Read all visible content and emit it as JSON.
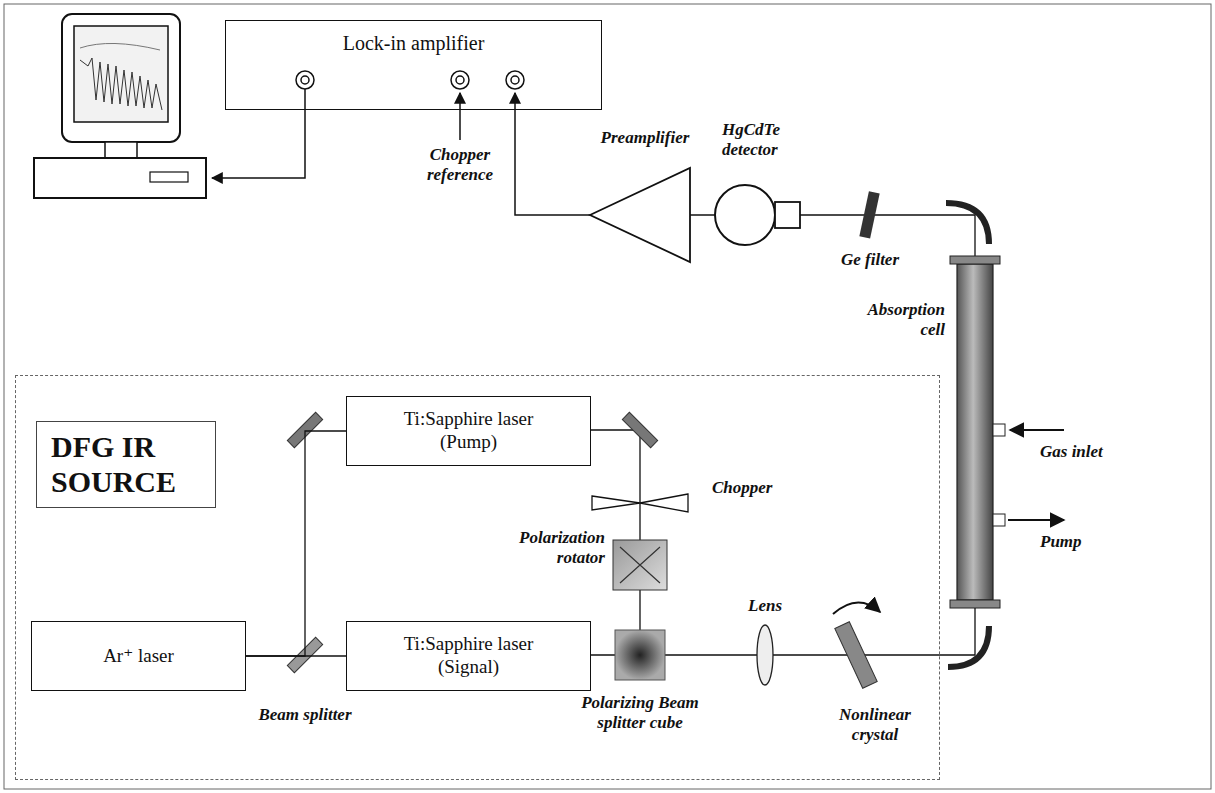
{
  "diagram": {
    "nodes": [
      {
        "text": [
          "Lock-in amplifier"
        ]
      },
      {
        "text": [
          "DFG IR SOURCE"
        ]
      },
      {
        "text": [
          "Ti:Sapphire laser (Pump)"
        ],
        "in": 1
      },
      {
        "text": [
          "Ar⁺ laser"
        ],
        "in": 1
      },
      {
        "text": [
          "Ti:Sapphire laser (Signal)"
        ],
        "in": 1
      }
    ],
    "edges": [
      {
        "from": 3,
        "to": 4,
        "arrow": "none"
      },
      {
        "from": 3,
        "to": 2,
        "arrow": "none"
      }
    ],
    "labels": [
      "Preamplifier",
      "HgCdTe detector",
      "Chopper reference",
      "Ge filter",
      "Absorption cell",
      "Gas inlet",
      "Pump",
      "Chopper",
      "Polarization rotator",
      "Lens",
      "Nonlinear crystal",
      "Beam splitter",
      "Polarizing Beam splitter cube"
    ]
  }
}
